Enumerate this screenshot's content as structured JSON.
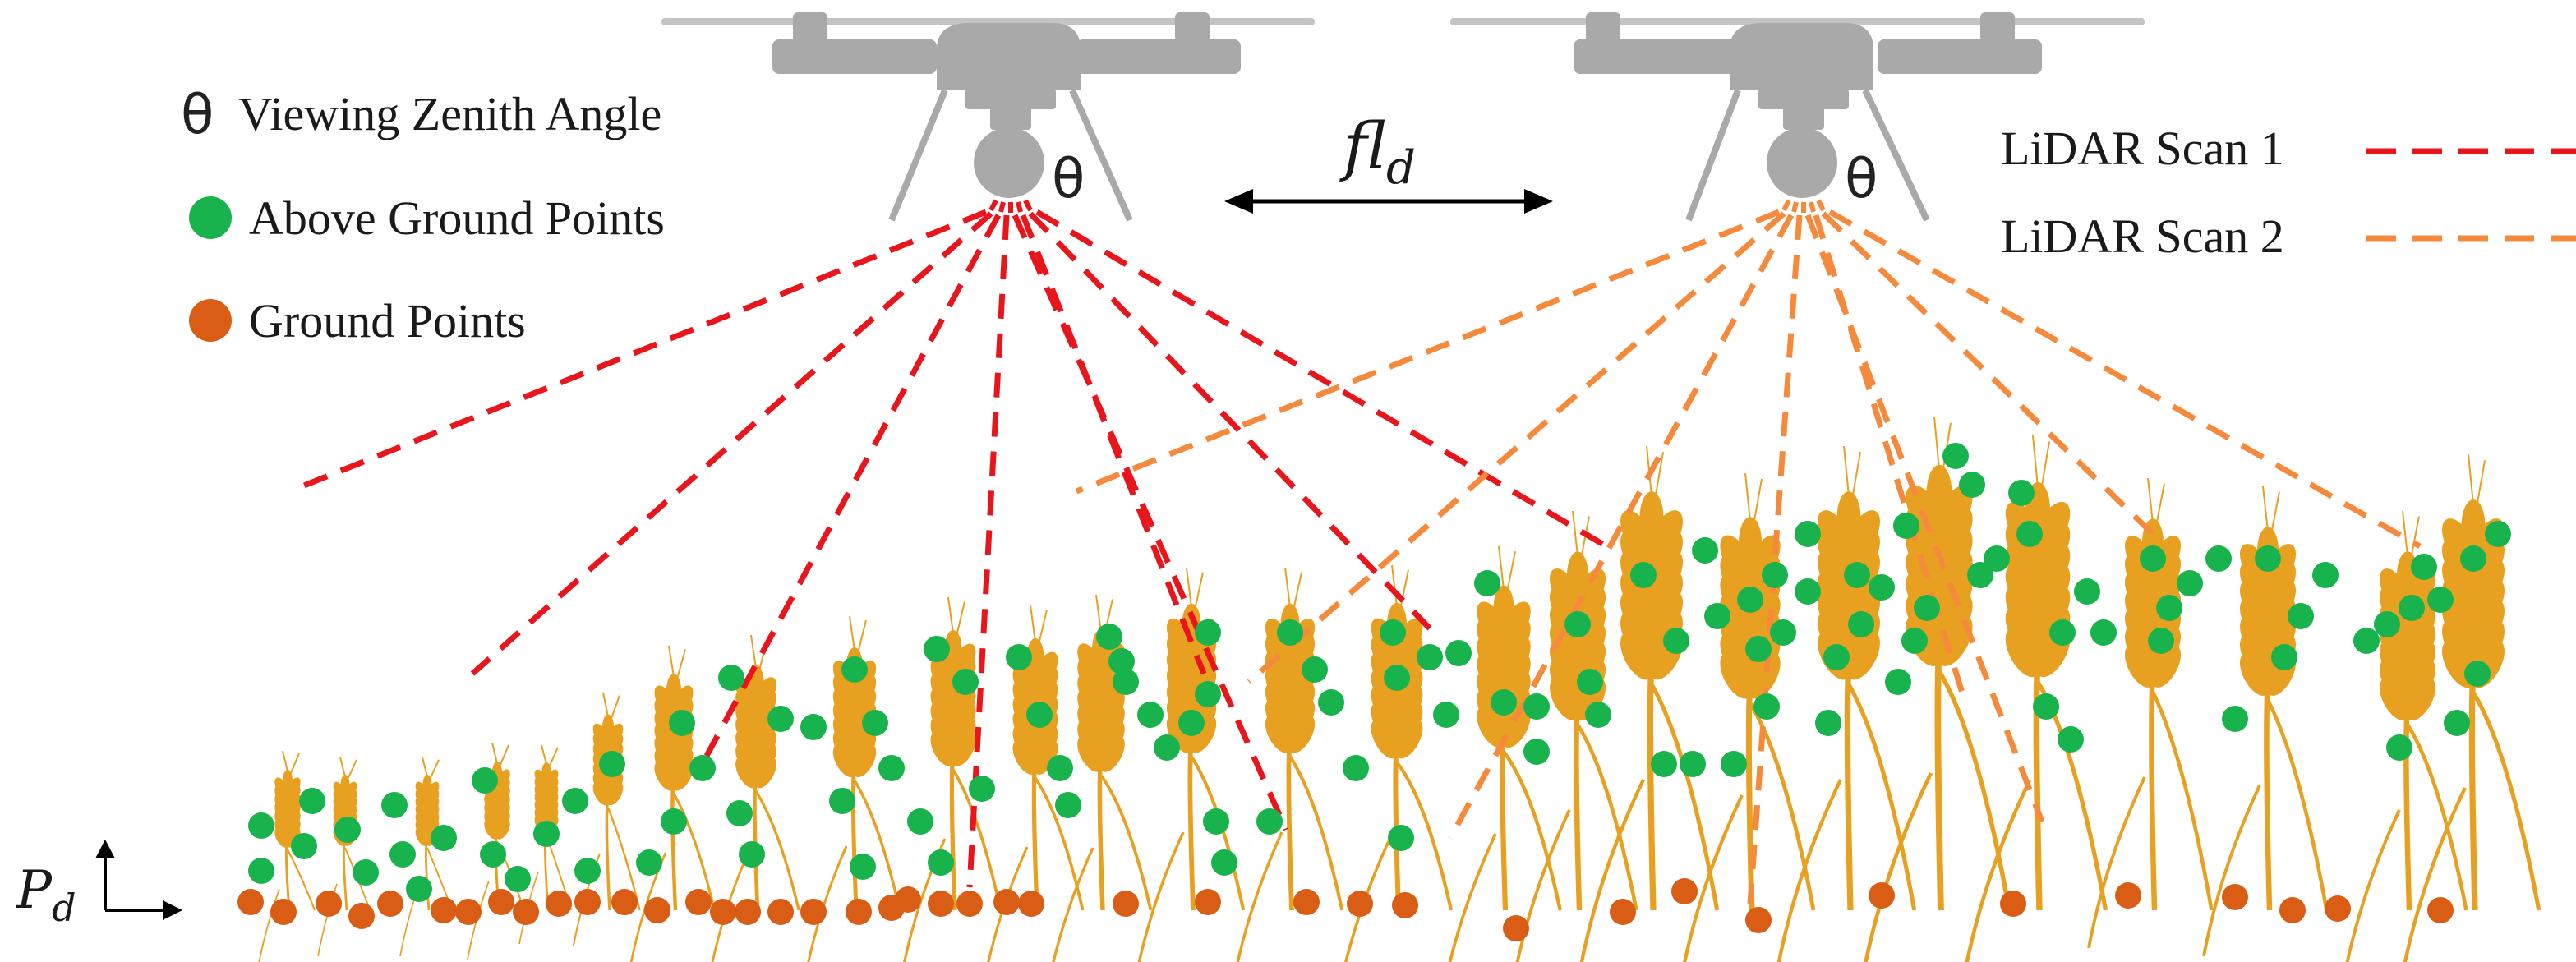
{
  "legend_left": {
    "theta_symbol": "θ",
    "theta_label": "Viewing Zenith Angle",
    "above_ground_label": "Above Ground Points",
    "ground_label": "Ground Points"
  },
  "legend_right": {
    "scan1_label": "LiDAR Scan 1",
    "scan2_label": "LiDAR Scan 2"
  },
  "drones": {
    "drone1_theta": "θ",
    "drone2_theta": "θ"
  },
  "flight_distance": {
    "base": "fl",
    "subscript": "d"
  },
  "axis": {
    "base": "P",
    "subscript": "d"
  },
  "colors": {
    "scan1": "#e8161c",
    "scan2": "#f58a3c",
    "above_ground": "#19b34d",
    "ground": "#d95d14",
    "wheat": "#e8a020",
    "drone": "#a9a9a9"
  }
}
